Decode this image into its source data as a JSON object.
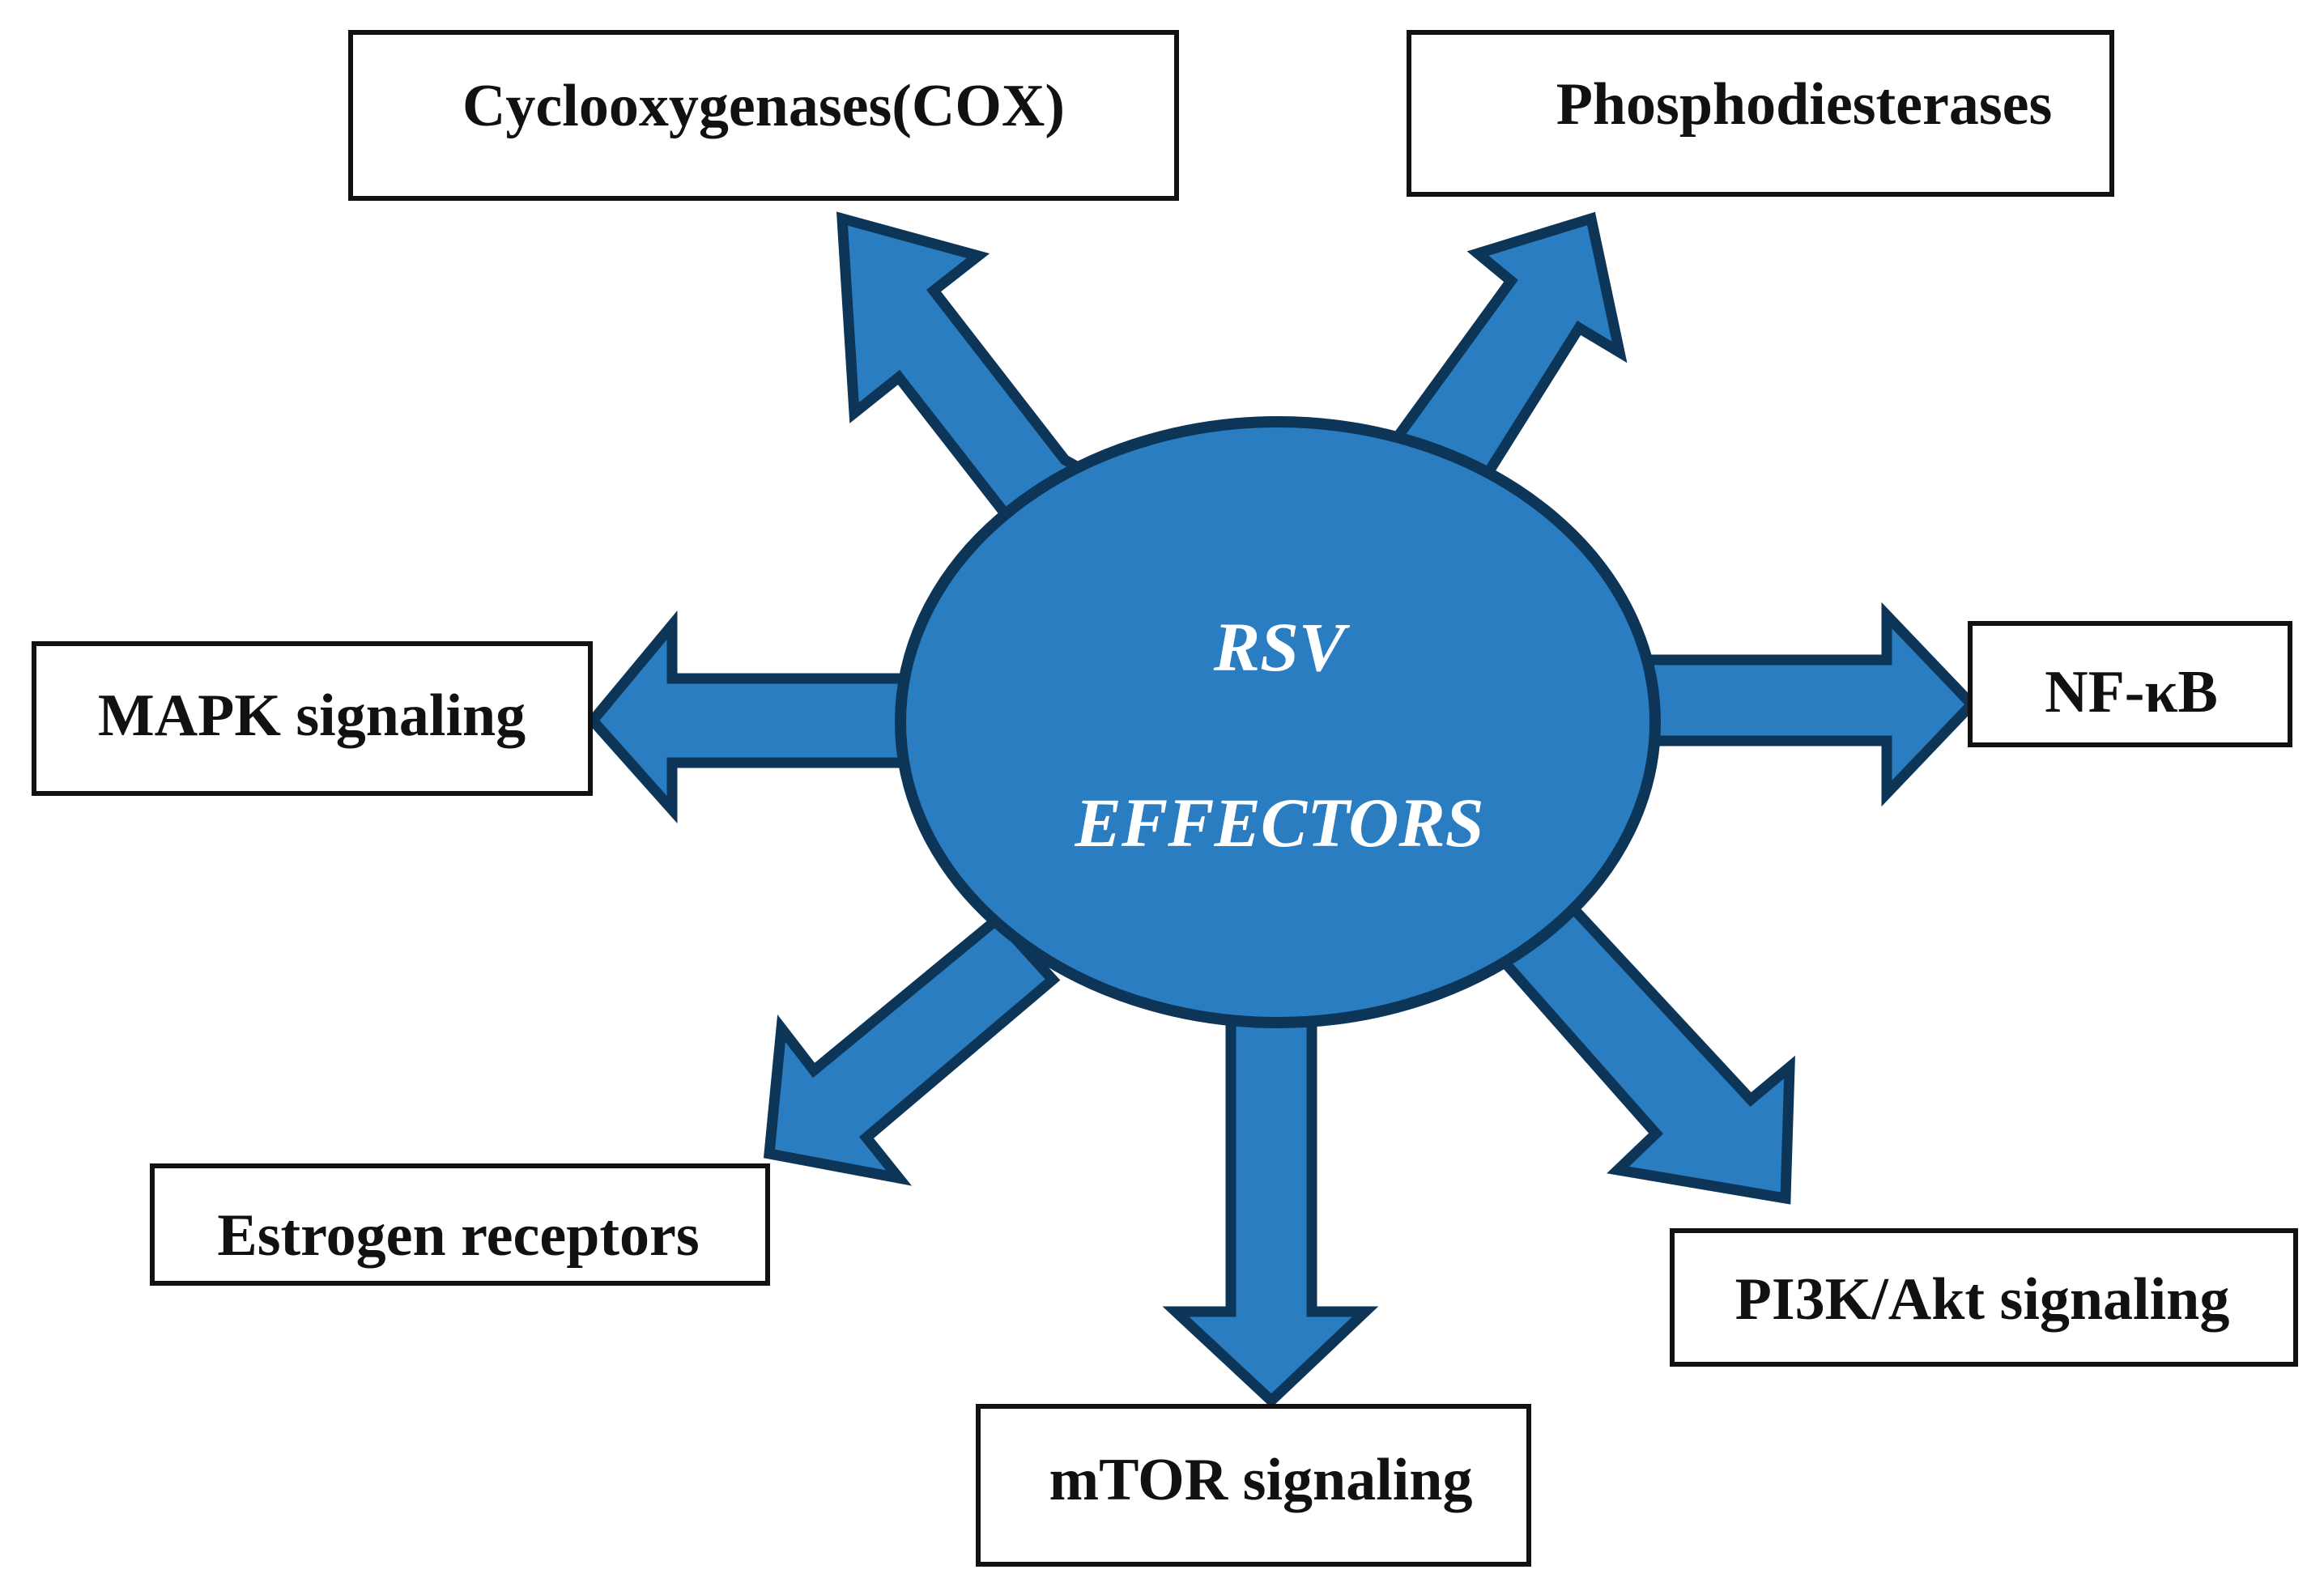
{
  "center": {
    "line1": "RSV",
    "line2": "EFFECTORS"
  },
  "targets": {
    "cox": "Cyclooxygenases(COX)",
    "pde": "Phosphodiesterases",
    "mapk": "MAPK signaling",
    "nfkb": "NF-κB",
    "estrogen": "Estrogen receptors",
    "mtor": "mTOR signaling",
    "pi3k": "PI3K/Akt signaling"
  },
  "colors": {
    "fill": "#2A7DC0",
    "stroke": "#0D3558",
    "box_border": "#111111",
    "center_text": "#ffffff"
  }
}
